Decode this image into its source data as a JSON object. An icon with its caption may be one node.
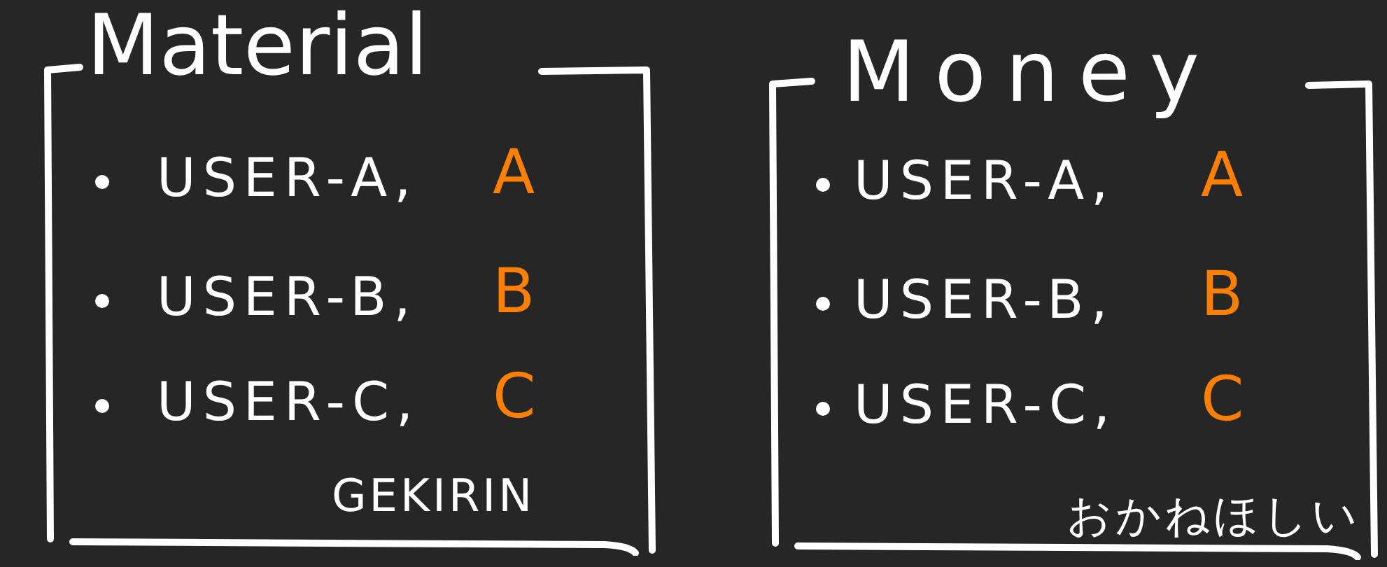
{
  "diagram": {
    "nodes": [
      {
        "text": [
          "Material",
          "USER-A,",
          "A",
          "USER-B,",
          "B",
          "USER-C,",
          "C",
          "GEKIRIN"
        ]
      },
      {
        "text": [
          "Money",
          "USER-A,",
          "A",
          "USER-B,",
          "B",
          "USER-C,",
          "C",
          "おかねほしい"
        ]
      }
    ]
  }
}
